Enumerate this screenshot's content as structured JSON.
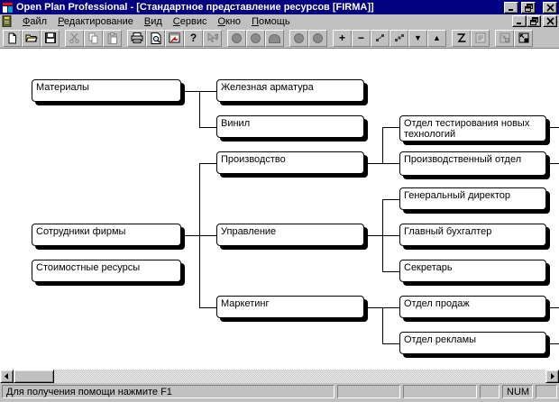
{
  "window": {
    "title": "Open Plan Professional - [Стандартное представление ресурсов [FIRMA]]"
  },
  "menu": {
    "items": [
      {
        "label": "Файл"
      },
      {
        "label": "Редактирование"
      },
      {
        "label": "Вид"
      },
      {
        "label": "Сервис"
      },
      {
        "label": "Окно"
      },
      {
        "label": "Помощь"
      }
    ]
  },
  "toolbar": {
    "glyphs": {
      "plus": "+",
      "minus": "−",
      "help": "?",
      "down": "▼",
      "up": "▲"
    },
    "buttons": [
      {
        "name": "new",
        "enabled": true
      },
      {
        "name": "open",
        "enabled": true
      },
      {
        "name": "save",
        "enabled": true
      },
      {
        "name": "cut",
        "enabled": false
      },
      {
        "name": "copy",
        "enabled": false
      },
      {
        "name": "paste",
        "enabled": false
      },
      {
        "name": "print",
        "enabled": true
      },
      {
        "name": "print-preview",
        "enabled": true
      },
      {
        "name": "open-view",
        "enabled": true
      },
      {
        "name": "help",
        "enabled": true
      },
      {
        "name": "context-help",
        "enabled": false
      },
      {
        "name": "circle-tool",
        "enabled": false
      },
      {
        "name": "circle-help-tool",
        "enabled": false
      },
      {
        "name": "arch-tool",
        "enabled": false
      },
      {
        "name": "circle-tool-2",
        "enabled": false
      },
      {
        "name": "circle-tool-3",
        "enabled": false
      },
      {
        "name": "expand",
        "enabled": true
      },
      {
        "name": "collapse",
        "enabled": true
      },
      {
        "name": "link-nodes",
        "enabled": true
      },
      {
        "name": "steps",
        "enabled": true
      },
      {
        "name": "move-down",
        "enabled": true
      },
      {
        "name": "move-up",
        "enabled": true
      },
      {
        "name": "zigzag",
        "enabled": true
      },
      {
        "name": "notes",
        "enabled": false
      },
      {
        "name": "fit-selection",
        "enabled": false
      },
      {
        "name": "fit-window",
        "enabled": true
      }
    ]
  },
  "tree": {
    "roots": [
      {
        "label": "Материалы",
        "children": [
          {
            "label": "Железная арматура"
          },
          {
            "label": "Винил"
          }
        ]
      },
      {
        "label": "Сотрудники фирмы",
        "children": [
          {
            "label": "Производство",
            "children": [
              {
                "label": "Отдел тестирования новых технологий",
                "has_more_right": true
              },
              {
                "label": "Производственный отдел",
                "has_more_right": true
              }
            ]
          },
          {
            "label": "Управление",
            "children": [
              {
                "label": "Генеральный директор"
              },
              {
                "label": "Главный бухгалтер"
              },
              {
                "label": "Секретарь"
              }
            ]
          },
          {
            "label": "Маркетинг",
            "children": [
              {
                "label": "Отдел продаж",
                "has_more_right": true
              },
              {
                "label": "Отдел рекламы",
                "has_more_right": true
              }
            ]
          }
        ]
      },
      {
        "label": "Стоимостные ресурсы"
      }
    ]
  },
  "statusbar": {
    "message": "Для получения помощи нажмите F1",
    "keyboard_indicator": "NUM"
  }
}
